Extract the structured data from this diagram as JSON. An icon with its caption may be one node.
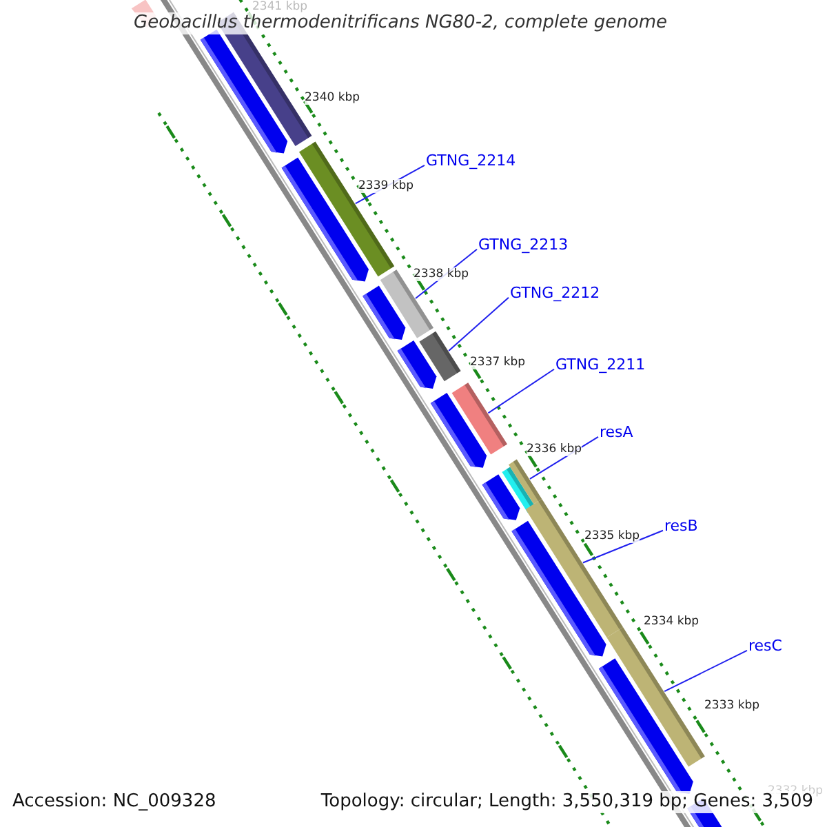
{
  "diagram": {
    "title": "Geobacillus thermodenitrificans NG80-2, complete genome",
    "nodes": [
      {
        "text": [
          "GTNG_2214"
        ]
      },
      {
        "text": [],
        "shape": "bar"
      },
      {
        "text": [
          "GTNG_2213"
        ]
      },
      {
        "text": [],
        "shape": "bar"
      },
      {
        "text": [
          "GTNG_2212"
        ]
      },
      {
        "text": [],
        "shape": "bar"
      },
      {
        "text": [
          "GTNG_2211"
        ]
      },
      {
        "text": [],
        "shape": "bar"
      },
      {
        "text": [
          "resA"
        ]
      },
      {
        "text": [],
        "shape": "bar"
      },
      {
        "text": [
          "resB"
        ]
      },
      {
        "text": [],
        "shape": "bar"
      },
      {
        "text": [
          "resC"
        ]
      },
      {
        "text": [],
        "shape": "bar"
      }
    ],
    "edges": [
      {
        "from": 0,
        "to": 1,
        "arrow": "none"
      },
      {
        "from": 2,
        "to": 3,
        "arrow": "none"
      },
      {
        "from": 4,
        "to": 5,
        "arrow": "none"
      },
      {
        "from": 6,
        "to": 7,
        "arrow": "none"
      },
      {
        "from": 8,
        "to": 9,
        "arrow": "none"
      },
      {
        "from": 10,
        "to": 11,
        "arrow": "none"
      },
      {
        "from": 12,
        "to": 13,
        "arrow": "none"
      }
    ],
    "labels": [
      "2341 kbp",
      "2340 kbp",
      "2339 kbp",
      "2338 kbp",
      "2337 kbp",
      "2336 kbp",
      "2335 kbp",
      "2334 kbp",
      "2333 kbp",
      "2332 kbp",
      "Accession: NC_009328",
      "Topology: circular; Length: 3,550,319 bp; Genes: 3,509"
    ]
  }
}
